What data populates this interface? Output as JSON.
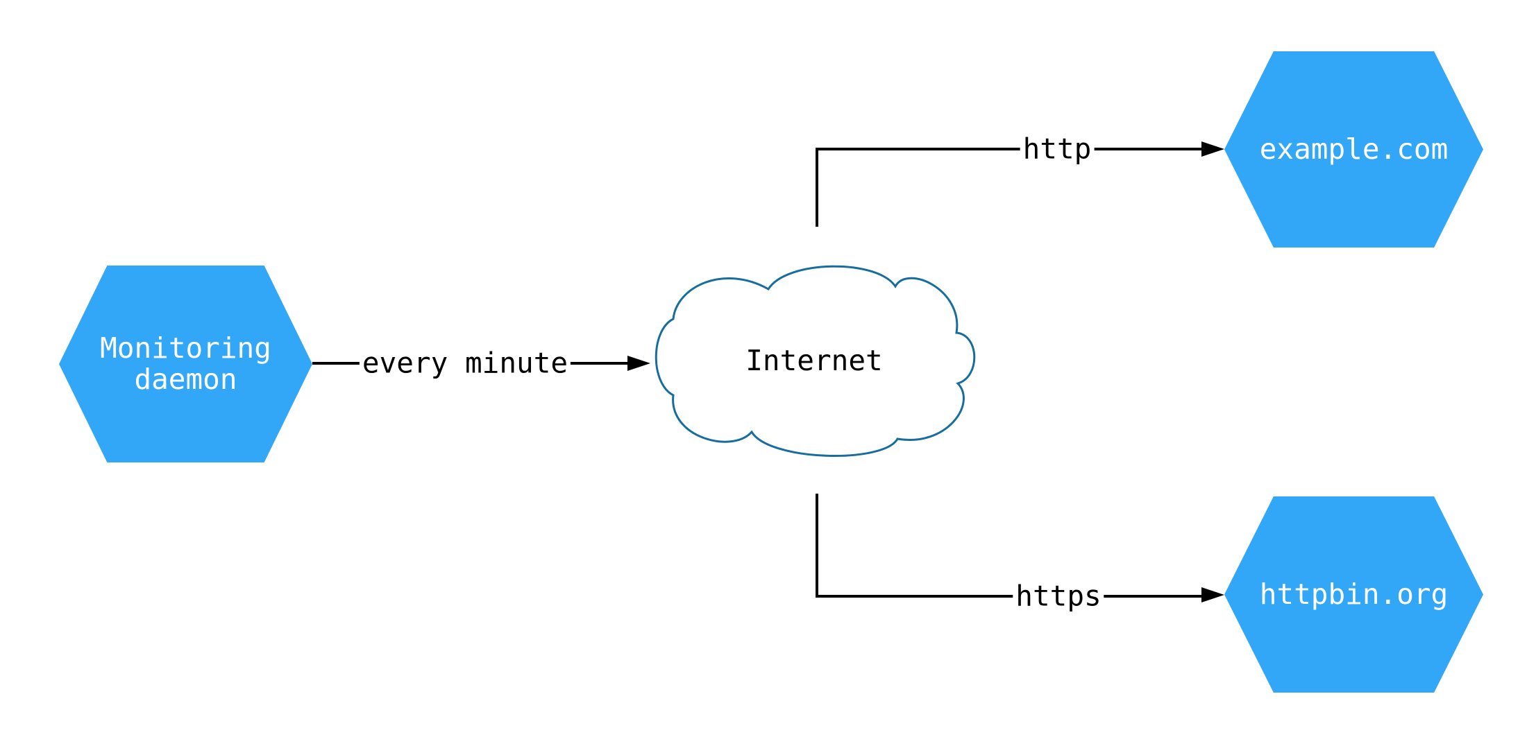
{
  "diagram": {
    "nodes": {
      "monitoring_daemon": {
        "label": "Monitoring\ndaemon",
        "shape": "hexagon"
      },
      "internet": {
        "label": "Internet",
        "shape": "cloud"
      },
      "example_com": {
        "label": "example.com",
        "shape": "hexagon"
      },
      "httpbin_org": {
        "label": "httpbin.org",
        "shape": "hexagon"
      }
    },
    "edges": {
      "monitoring_to_internet": {
        "from": "Monitoring daemon",
        "to": "Internet",
        "label": "every minute"
      },
      "internet_to_example": {
        "from": "Internet",
        "to": "example.com",
        "label": "http"
      },
      "internet_to_httpbin": {
        "from": "Internet",
        "to": "httpbin.org",
        "label": "https"
      }
    }
  },
  "colors": {
    "background": "#ffffff",
    "node-fill": "#33a7f7",
    "node-text": "#ffffff",
    "cloud-fill": "#ffffff",
    "cloud-stroke": "#176e9e",
    "line": "#000000",
    "label-text": "#000000"
  }
}
